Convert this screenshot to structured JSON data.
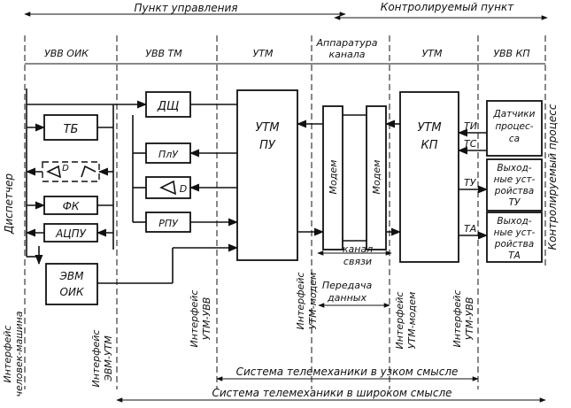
{
  "header": {
    "control_point": "Пункт управления",
    "controlled_point": "Контролируемый пункт"
  },
  "sections": {
    "uvv_oik": "УВВ ОИК",
    "uvv_tm": "УВВ ТМ",
    "utm_left": "УТМ",
    "channel_equipment": [
      "Аппаратура",
      "канала"
    ],
    "utm_right": "УТМ",
    "uvv_kp": "УВВ КП"
  },
  "blocks": {
    "tb": "ТБ",
    "dsh": "ДЩ",
    "plu": "ПлУ",
    "fk": "ФК",
    "acpu": "АЦПУ",
    "rpu": "РПУ",
    "display_d1": "D",
    "display_d2": "D",
    "evm": [
      "ЭВМ",
      "ОИК"
    ],
    "utm_pu": [
      "УТМ",
      "ПУ"
    ],
    "modem_left": "Модем",
    "modem_right": "Модем",
    "utm_kp": [
      "УТМ",
      "КП"
    ],
    "sensors": [
      "Датчики",
      "процес-",
      "са"
    ],
    "output_tu": [
      "Выход-",
      "ные уст-",
      "ройства",
      "ТУ"
    ],
    "output_ta": [
      "Выход-",
      "ные уст-",
      "ройства",
      "ТА"
    ]
  },
  "signals": {
    "ti": "ТИ",
    "ts": "ТС",
    "tu": "ТУ",
    "ta": "ТА"
  },
  "side_labels": {
    "dispatcher": "Диспетчер",
    "controlled_process": "Контролируемый процесс"
  },
  "channel": {
    "link": [
      "канал",
      "связи"
    ],
    "data_transfer": [
      "Передача",
      "данных"
    ]
  },
  "interfaces": {
    "human_machine": [
      "Интерфейс",
      "человек-машина"
    ],
    "evm_utm": [
      "Интерфейс",
      "ЭВМ-УТМ"
    ],
    "utm_uvv_left": [
      "Интерфейс",
      "УТМ-УВВ"
    ],
    "utm_modem_left": [
      "Интерфейс",
      "УТМ-модем"
    ],
    "utm_modem_right": [
      "Интерфейс",
      "УТМ-модем"
    ],
    "utm_uvv_right": [
      "Интерфейс",
      "УТМ-УВВ"
    ]
  },
  "bottom": {
    "narrow": "Система телемеханики в узком смысле",
    "broad": "Система телемеханики в широком смысле"
  }
}
